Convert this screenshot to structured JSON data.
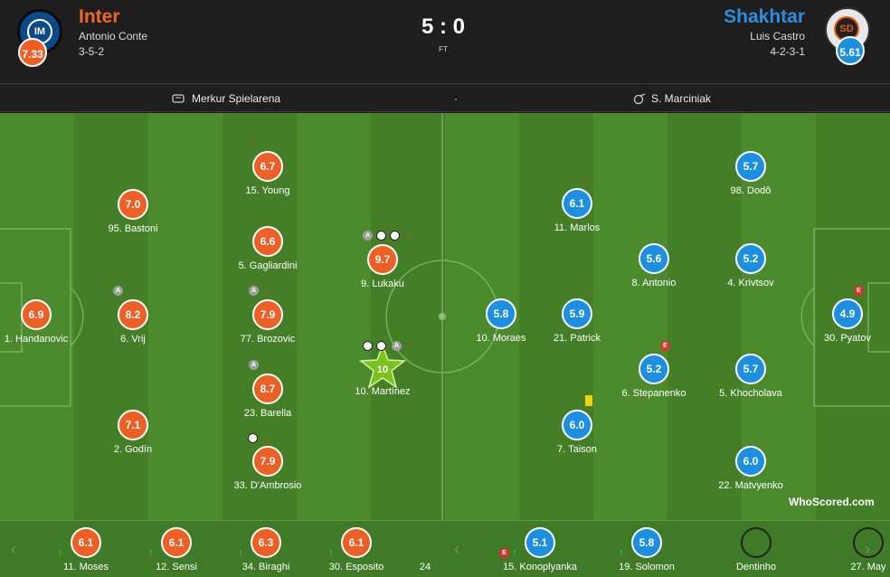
{
  "home": {
    "name": "Inter",
    "manager": "Antonio Conte",
    "formation": "3-5-2",
    "rating": "7.33",
    "color": "#ee5f26",
    "crest_text": "IM"
  },
  "away": {
    "name": "Shakhtar",
    "manager": "Luis Castro",
    "formation": "4-2-3-1",
    "rating": "5.61",
    "color": "#1c8fe0",
    "crest_text": "SD"
  },
  "score": "5 : 0",
  "status": "FT",
  "venue": "Merkur Spielarena",
  "separator": "·",
  "referee": "S. Marciniak",
  "home_players": [
    {
      "id": "handanovic",
      "name": "1. Handanovic",
      "rating": "6.9"
    },
    {
      "id": "bastoni",
      "name": "95. Bastoni",
      "rating": "7.0"
    },
    {
      "id": "vrij",
      "name": "6. Vrij",
      "rating": "8.2"
    },
    {
      "id": "godin",
      "name": "2. Godín",
      "rating": "7.1"
    },
    {
      "id": "young",
      "name": "15. Young",
      "rating": "6.7"
    },
    {
      "id": "gagliardini",
      "name": "5. Gagliardini",
      "rating": "6.6"
    },
    {
      "id": "brozovic",
      "name": "77. Brozovic",
      "rating": "7.9"
    },
    {
      "id": "barella",
      "name": "23. Barella",
      "rating": "8.7"
    },
    {
      "id": "dambrosio",
      "name": "33. D'Ambrosio",
      "rating": "7.9"
    },
    {
      "id": "lukaku",
      "name": "9. Lukaku",
      "rating": "9.7"
    },
    {
      "id": "martinez",
      "name": "10. Martínez",
      "rating": "10",
      "motm": true
    }
  ],
  "away_players": [
    {
      "id": "dodo",
      "name": "98. Dodô",
      "rating": "5.7"
    },
    {
      "id": "marlos",
      "name": "11. Marlos",
      "rating": "6.1"
    },
    {
      "id": "antonio",
      "name": "8. Antonio",
      "rating": "5.6"
    },
    {
      "id": "krivtsov",
      "name": "4. Krivtsov",
      "rating": "5.2"
    },
    {
      "id": "moraes",
      "name": "10. Moraes",
      "rating": "5.8"
    },
    {
      "id": "patrick",
      "name": "21. Patrick",
      "rating": "5.9"
    },
    {
      "id": "pyatov",
      "name": "30. Pyatov",
      "rating": "4.9"
    },
    {
      "id": "stepanenko",
      "name": "6. Stepanenko",
      "rating": "5.2"
    },
    {
      "id": "khocholava",
      "name": "5. Khocholava",
      "rating": "5.7"
    },
    {
      "id": "taison",
      "name": "7. Taison",
      "rating": "6.0"
    },
    {
      "id": "matvyenko",
      "name": "22. Matvyenko",
      "rating": "6.0"
    }
  ],
  "home_bench": [
    {
      "name": "11. Moses",
      "rating": "6.1"
    },
    {
      "name": "12. Sensi",
      "rating": "6.1"
    },
    {
      "name": "34. Biraghi",
      "rating": "6.3"
    },
    {
      "name": "30. Esposito",
      "rating": "6.1"
    },
    {
      "name": "24",
      "rating": ""
    }
  ],
  "away_bench": [
    {
      "name": "15. Konoplyanka",
      "rating": "5.1"
    },
    {
      "name": "19. Solomon",
      "rating": "5.8"
    },
    {
      "name": "Dentinho",
      "rating": ""
    },
    {
      "name": "27. May",
      "rating": ""
    }
  ],
  "badges": {
    "assist": "A",
    "error": "E",
    "ball": "⚽",
    "sub_off": "↓",
    "sub_on": "↑",
    "prev": "‹",
    "next": "›"
  },
  "logo_text": "WhoScored.com"
}
